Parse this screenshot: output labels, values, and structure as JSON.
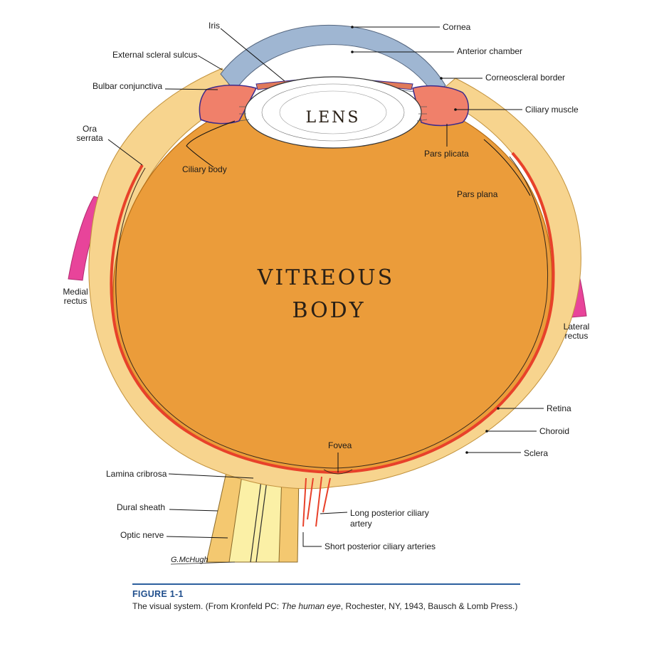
{
  "labels": {
    "iris": "Iris",
    "cornea": "Cornea",
    "external_scleral_sulcus": "External scleral sulcus",
    "anterior_chamber": "Anterior chamber",
    "corneoscleral_border": "Corneoscleral border",
    "bulbar_conjunctiva": "Bulbar conjunctiva",
    "ciliary_muscle": "Ciliary muscle",
    "ora_line1": "Ora",
    "ora_line2": "serrata",
    "ciliary_body": "Ciliary body",
    "pars_plicata": "Pars plicata",
    "pars_plana": "Pars plana",
    "medial_line1": "Medial",
    "medial_line2": "rectus",
    "lateral_line1": "Lateral",
    "lateral_line2": "rectus",
    "retina": "Retina",
    "choroid": "Choroid",
    "sclera": "Sclera",
    "fovea": "Fovea",
    "lamina_cribrosa": "Lamina cribrosa",
    "dural_sheath": "Dural sheath",
    "optic_nerve": "Optic nerve",
    "long_line1": "Long posterior ciliary",
    "long_line2": "artery",
    "short_arteries": "Short posterior ciliary arteries"
  },
  "drawing_text": {
    "lens": "LENS",
    "vitreous_line1": "VITREOUS",
    "vitreous_line2": "BODY",
    "signature": "G.McHugh"
  },
  "caption": {
    "title": "FIGURE 1-1",
    "text_before": "The visual system. (From Kronfeld PC: ",
    "text_italic": "The human eye",
    "text_after": ", Rochester, NY, 1943, Bausch & Lomb Press.)"
  },
  "colors": {
    "vitreous": "#eb9c3a",
    "sclera": "#f7d48e",
    "choroid": "#e8412a",
    "cornea": "#9fb6d2",
    "rectus": "#e8449a",
    "ciliary": "#f0806a",
    "caption_title": "#1f4e8c",
    "caption_rule": "#2c5f9e"
  }
}
